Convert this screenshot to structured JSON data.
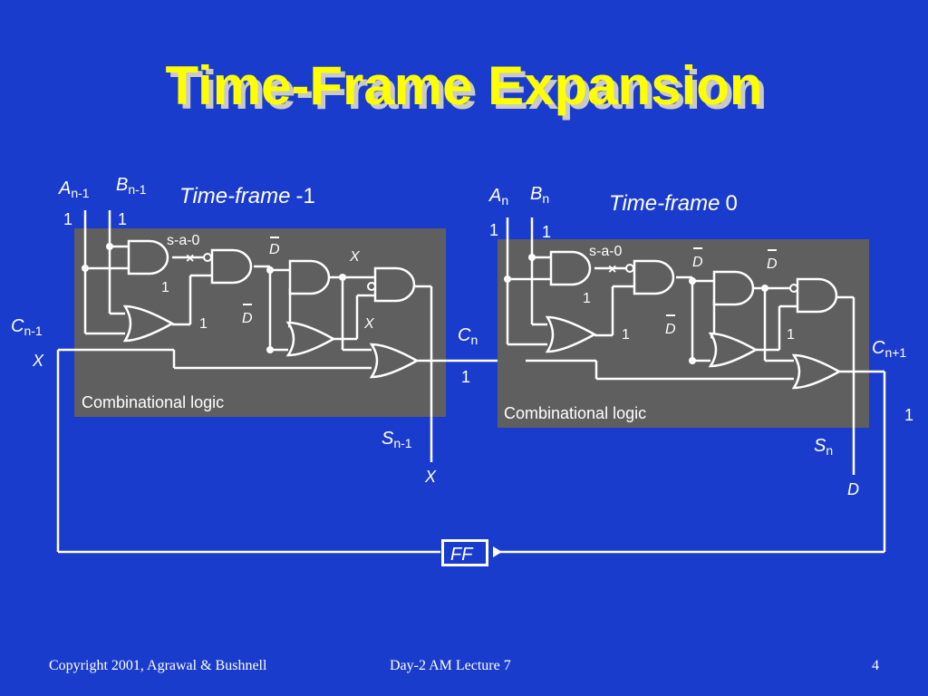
{
  "slide": {
    "title": "Time-Frame Expansion",
    "background_color": "#1a3ccc",
    "title_color": "#ffff00"
  },
  "frames": [
    {
      "caption_italic": "Time-frame",
      "caption_number": "-1",
      "block_label": "Combinational logic",
      "input_a": "A",
      "input_a_sub": "n-1",
      "input_a_value": "1",
      "input_b": "B",
      "input_b_sub": "n-1",
      "input_b_value": "1",
      "carry_in": "C",
      "carry_in_sub": "n-1",
      "carry_in_value": "X",
      "sum": "S",
      "sum_sub": "n-1",
      "sum_value": "X",
      "fault": "s-a-0",
      "and1_out_value": "1",
      "or1_out_value": "1",
      "and2_out_value": "D",
      "or2_out_value": "D",
      "and3_in_value": "X",
      "or2_in_value": "X",
      "carry_out_value": "1"
    },
    {
      "caption_italic": "Time-frame",
      "caption_number": "0",
      "block_label": "Combinational logic",
      "input_a": "A",
      "input_a_sub": "n",
      "input_a_value": "1",
      "input_b": "B",
      "input_b_sub": "n",
      "input_b_value": "1",
      "carry_in": "C",
      "carry_in_sub": "n",
      "sum": "S",
      "sum_sub": "n",
      "sum_value": "D",
      "fault": "s-a-0",
      "and1_out_value": "1",
      "or1_out_value": "1",
      "and2_out_value": "D",
      "or2_out_value": "D",
      "and3_out_value": "D",
      "or2_right_value": "1",
      "carry_out": "C",
      "carry_out_sub": "n+1",
      "carry_out_value": "1"
    }
  ],
  "flip_flop": {
    "label": "FF"
  },
  "footer": {
    "copyright": "Copyright 2001, Agrawal & Bushnell",
    "lecture": "Day-2 AM Lecture 7",
    "page": "4"
  }
}
